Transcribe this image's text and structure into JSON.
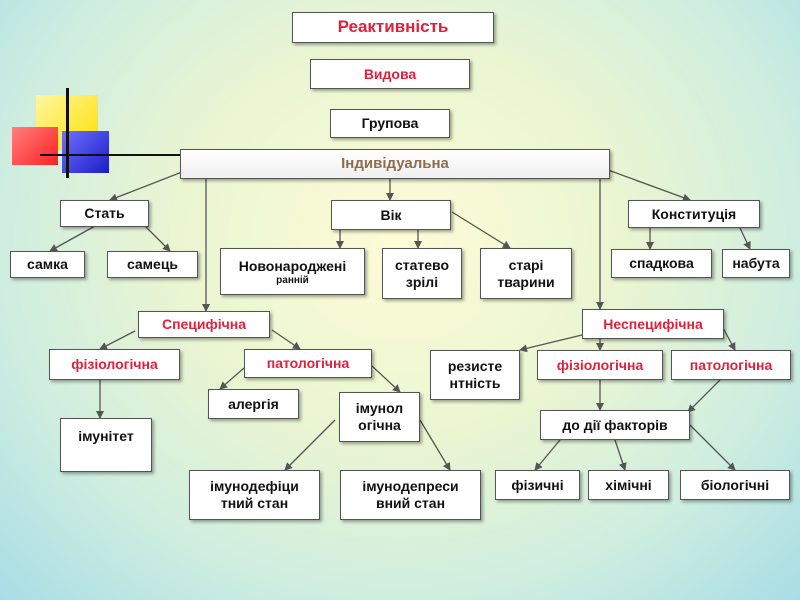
{
  "nodes": {
    "reaktyvnist": "Реактивність",
    "vydova": "Видова",
    "hrupova": "Групова",
    "indyvidualna": "Індивідуальна",
    "stat": "Стать",
    "vik": "Вік",
    "konstytutsiia": "Конституція",
    "samka": "самка",
    "samets": "самець",
    "novonarodzheni": "Новонароджені",
    "rannii": "ранній",
    "statevo_zrili": "статево зрілі",
    "stari_tvaryny": "старі тварини",
    "spadkova": "спадкова",
    "nabuta": "набута",
    "spetsyfichna": "Специфічна",
    "nespetsyfichna": "Неспецифічна",
    "fiziolohichna_1": "фізіологічна",
    "patolohichna_1": "патологічна",
    "rezystentnist": "резисте нтність",
    "fiziolohichna_2": "фізіологічна",
    "patolohichna_2": "патологічна",
    "imunitet": "імунітет",
    "alerhiia": "алергія",
    "imunolohichna": "імунол огічна",
    "do_dii_faktoriv": "до дії факторів",
    "imunodefitsytnyi_stan": "імунодефіци тний стан",
    "imunodepresyvnyi_stan": "імунодепреси вний стан",
    "fizychni": "фізичні",
    "khimichni": "хімічні",
    "biolohichni": "біологічні"
  },
  "colors": {
    "red_text": "#e0213b",
    "header_text": "#8c6d4f",
    "connector": "#555555",
    "deco_yellow": "#ffec3c",
    "deco_red": "#ff3a3a",
    "deco_blue": "#3b3bd6"
  }
}
